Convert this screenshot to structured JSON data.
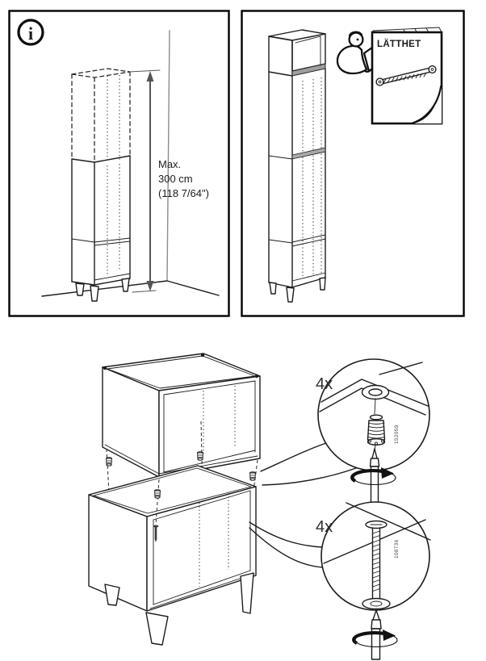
{
  "colors": {
    "background": "#ffffff",
    "line": "#1c1c1c",
    "dimension_line": "#555555",
    "wall_line": "#8c8c8c",
    "shade_light": "#d9d9d9",
    "shade_dark": "#9e9e9e"
  },
  "info_panel": {
    "info_glyph": "i",
    "max_note": {
      "line1": "Max.",
      "line2": "300 cm",
      "line3": "(118 7/64\")"
    }
  },
  "manual_panel": {
    "booklet_title": "LÄTTHET"
  },
  "hardware_callouts": {
    "top": {
      "quantity": "4x",
      "part_number": "152059"
    },
    "bottom": {
      "quantity": "4x",
      "part_number": "108736"
    }
  }
}
